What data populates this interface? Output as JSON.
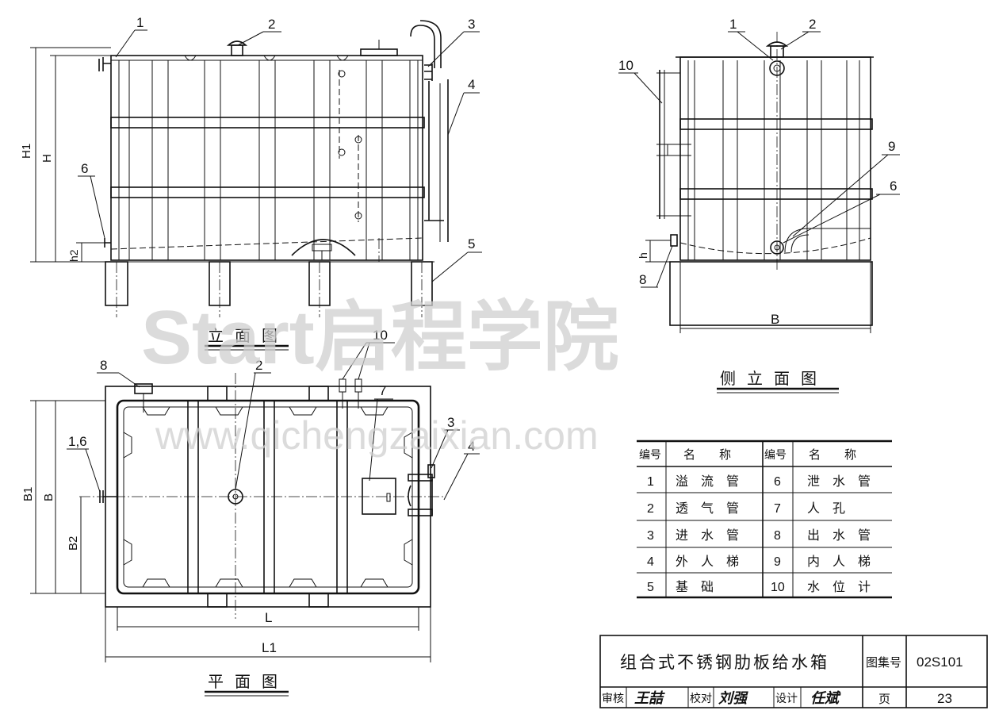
{
  "views": {
    "front": {
      "title": "立面图"
    },
    "side": {
      "title": "侧立面图"
    },
    "plan": {
      "title": "平面图"
    }
  },
  "dims": {
    "H1": "H1",
    "H": "H",
    "h2": "h2",
    "h": "h",
    "B": "B",
    "B1": "B1",
    "B2": "B2",
    "L": "L",
    "L1": "L1"
  },
  "callouts": {
    "c1": "1",
    "c2": "2",
    "c3": "3",
    "c4": "4",
    "c5": "5",
    "c6": "6",
    "c7": "7",
    "c8": "8",
    "c9": "9",
    "c10": "10",
    "c16": "1,6"
  },
  "parts_table": {
    "headers": [
      "编号",
      "名　　称",
      "编号",
      "名　　称"
    ],
    "rows": [
      {
        "no1": "1",
        "name1": "溢　流　管",
        "no2": "6",
        "name2": "泄　水　管"
      },
      {
        "no1": "2",
        "name1": "透　气　管",
        "no2": "7",
        "name2": "人　孔"
      },
      {
        "no1": "3",
        "name1": "进　水　管",
        "no2": "8",
        "name2": "出　水　管"
      },
      {
        "no1": "4",
        "name1": "外　人　梯",
        "no2": "9",
        "name2": "内　人　梯"
      },
      {
        "no1": "5",
        "name1": "基　础",
        "no2": "10",
        "name2": "水　位　计"
      }
    ]
  },
  "title_block": {
    "drawing_title": "组合式不锈钢肋板给水箱",
    "atlas_label": "图集号",
    "atlas_no": "02S101",
    "review_label": "审核",
    "check_label": "校对",
    "design_label": "设计",
    "page_label": "页",
    "page_no": "23",
    "sig_review": "王喆",
    "sig_check": "刘强",
    "sig_design": "任斌"
  },
  "watermark": {
    "brand": "Start启程学院",
    "url": "www.qichengzaixian.com"
  }
}
